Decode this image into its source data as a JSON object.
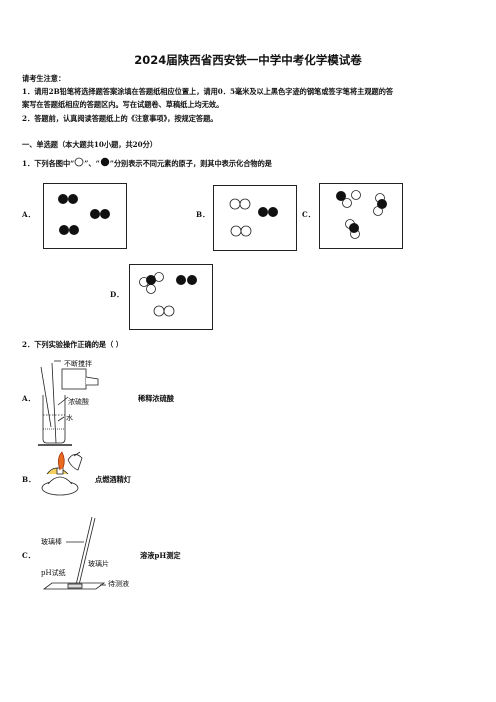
{
  "title": "2024届陕西省西安铁一中学中考化学模试卷",
  "notice": {
    "heading": "请考生注意：",
    "item1_line1": "1．请用2B铅笔将选择题答案涂填在答题纸相应位置上，请用0．5毫米及以上黑色字迹的钢笔或签字笔将主观题的答",
    "item1_line2": "案写在答题纸相应的答题区内。写在试题卷、草稿纸上均无效。",
    "item2": "2．答题前，认真阅读答题纸上的《注意事项》，按规定答题。"
  },
  "section1": "一、单选题（本大题共10小题，共20分）",
  "q1": {
    "stem_a": "1．下列各图中“",
    "stem_b": "”、“",
    "stem_c": "”分别表示不同元素的原子，则其中表示化合物的是",
    "options": [
      "A．",
      "B．",
      "C．",
      "D．"
    ]
  },
  "q2": {
    "stem": "2．下列实验操作正确的是（    ）",
    "options": [
      {
        "label": "A．",
        "caption": "稀释浓硫酸"
      },
      {
        "label": "B．",
        "caption": "点燃酒精灯"
      },
      {
        "label": "C．",
        "caption": "溶液pH测定"
      }
    ],
    "figA": {
      "stir": "不断搅拌",
      "acid": "浓硫酸",
      "water": "水"
    },
    "figC": {
      "rod": "玻璃棒",
      "plate": "玻璃片",
      "paper": "pH试纸",
      "solution": "待测液"
    }
  }
}
